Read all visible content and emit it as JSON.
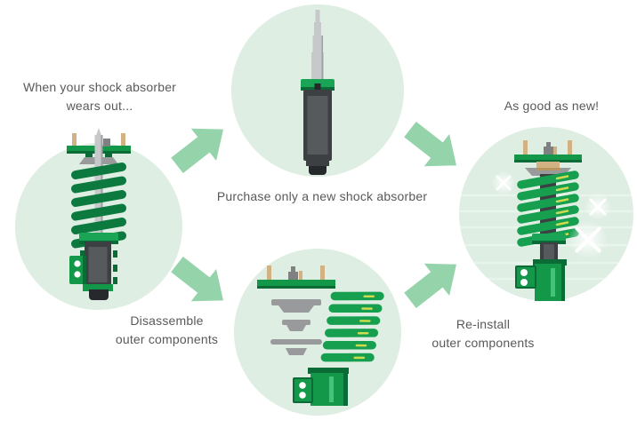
{
  "diagram": {
    "type": "process-cycle",
    "steps": [
      {
        "id": "worn",
        "label_lines": [
          "When your shock absorber",
          "wears out..."
        ],
        "illustration": "worn-coilover"
      },
      {
        "id": "purchase",
        "label_lines": [
          "Purchase only a new shock absorber"
        ],
        "illustration": "new-shock-absorber"
      },
      {
        "id": "disassemble",
        "label_lines": [
          "Disassemble",
          "outer components"
        ],
        "illustration": "disassembled-parts"
      },
      {
        "id": "reinstall",
        "label_lines": [
          "Re-install",
          "outer components"
        ],
        "illustration": "restored-coilover"
      },
      {
        "id": "result",
        "label_lines": [
          "As good as new!"
        ],
        "illustration": "restored-coilover"
      }
    ],
    "flow": [
      "worn -> purchase",
      "worn -> disassemble",
      "purchase -> result",
      "disassemble -> result"
    ]
  },
  "icons": {
    "arrow_up_right": "thick-arrow-up-right",
    "arrow_down_right": "thick-arrow-down-right",
    "sparkle": "four-point-glint"
  },
  "colors": {
    "background": "#ffffff",
    "circle_fill": "#deeee3",
    "arrow_green": "#95d4ab",
    "brand_green": "#13984a",
    "spring_green_dark": "#0c7a3e",
    "spring_green_new": "#169f4f",
    "body_gray": "#3d4043",
    "metal_silver": "#c6c8ca",
    "stud_tan": "#d2b183",
    "text_gray": "#58595a"
  }
}
